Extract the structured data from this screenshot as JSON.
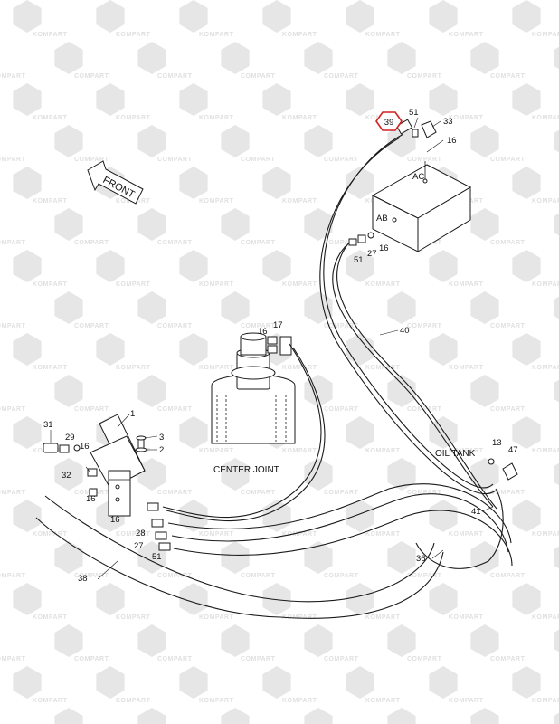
{
  "watermark": {
    "text_a": "KOMPART",
    "text_b": "COMPART",
    "logo_icon": "c-ring-logo-icon",
    "color": "#e0e0e0"
  },
  "direction_arrow": {
    "label": "FRONT"
  },
  "captions": {
    "center_joint": "CENTER JOINT",
    "oil_tank": "OIL TANK"
  },
  "ports": {
    "ac": "AC",
    "ab": "AB"
  },
  "highlight": {
    "part_no": "39",
    "color": "#d02020"
  },
  "callouts": {
    "p51_top": "51",
    "p33": "33",
    "p16_top": "16",
    "p27_mid": "27",
    "p51_mid": "51",
    "p16_mid": "16",
    "p16_cj": "16",
    "p17": "17",
    "p40": "40",
    "p1": "1",
    "p3": "3",
    "p2": "2",
    "p31": "31",
    "p29": "29",
    "p16_left": "16",
    "p32": "32",
    "p16_valve": "16",
    "p16_low": "16",
    "p28": "28",
    "p27_low": "27",
    "p51_low": "51",
    "p38": "38",
    "p13": "13",
    "p47": "47",
    "p41": "41",
    "p36": "36"
  }
}
